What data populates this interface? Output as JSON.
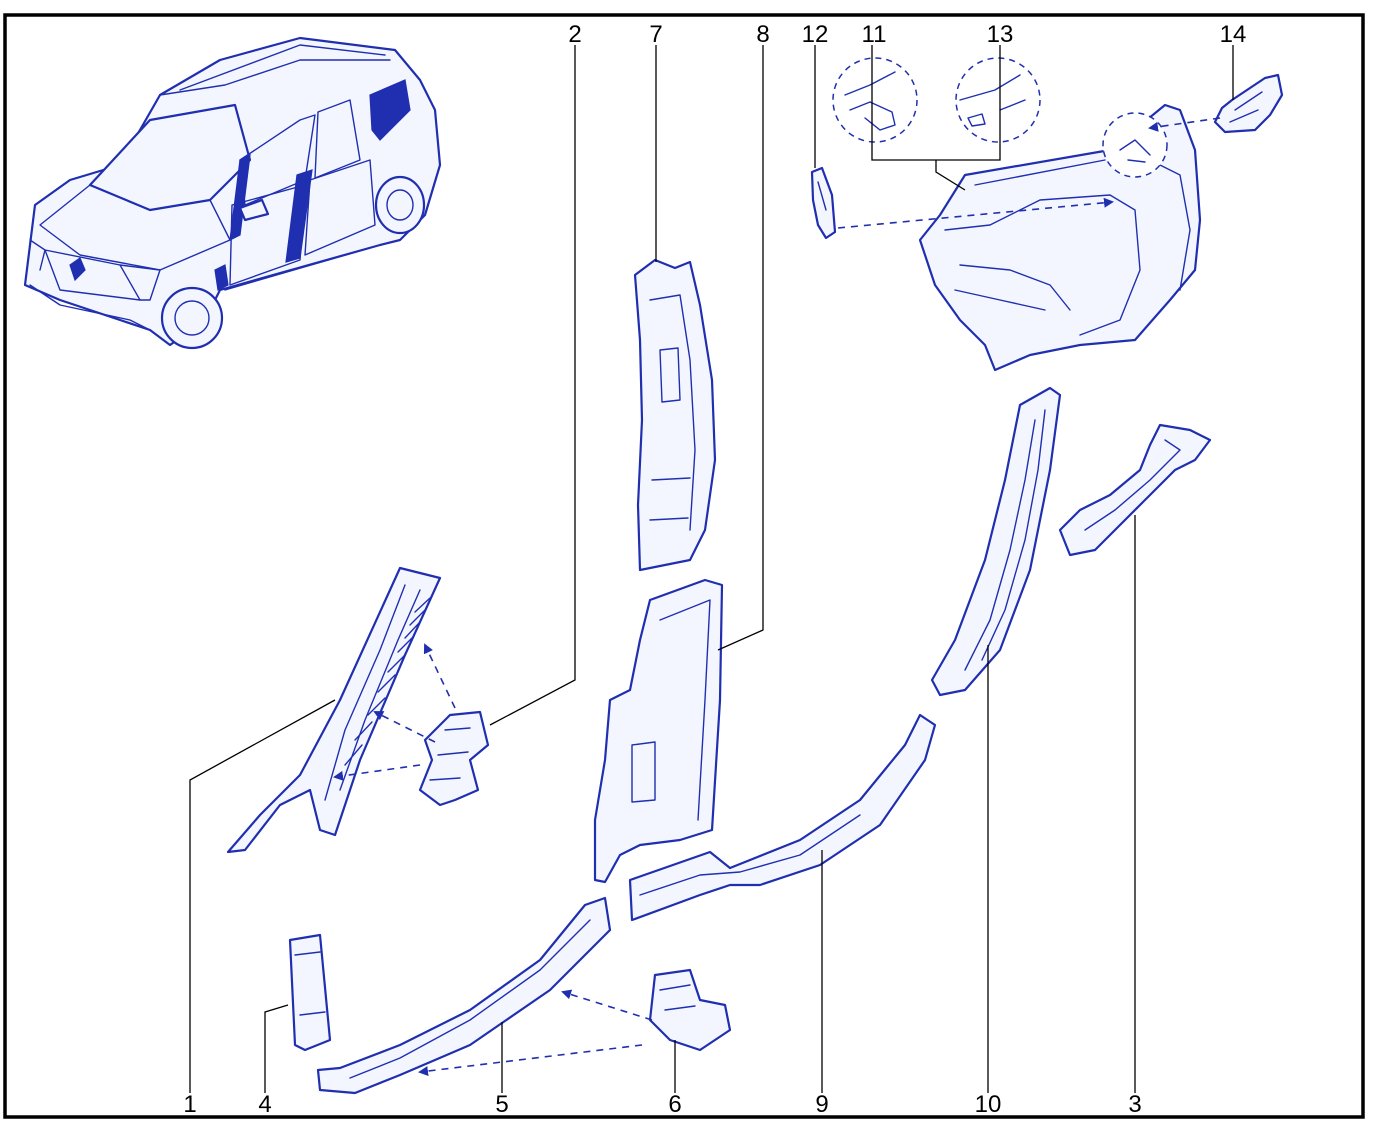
{
  "callouts": {
    "c1": "1",
    "c2": "2",
    "c3": "3",
    "c4": "4",
    "c5": "5",
    "c6": "6",
    "c7": "7",
    "c8": "8",
    "c9": "9",
    "c10": "10",
    "c11": "11",
    "c12": "12",
    "c13": "13",
    "c14": "14"
  },
  "colors": {
    "line": "#1f2fb0",
    "frame": "#000000",
    "background": "#ffffff"
  }
}
